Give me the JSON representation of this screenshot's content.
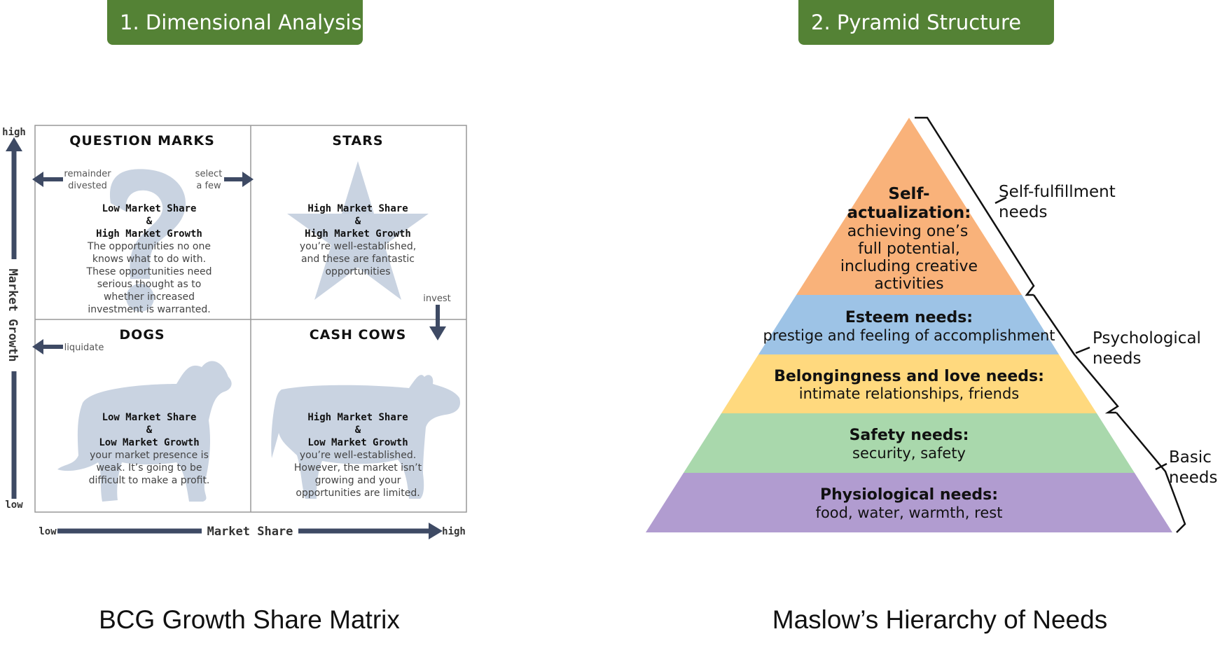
{
  "tags": {
    "left": "1. Dimensional Analysis",
    "right": "2. Pyramid Structure"
  },
  "captions": {
    "left": "BCG Growth Share Matrix",
    "right": "Maslow’s Hierarchy of Needs"
  },
  "bcg": {
    "y_axis": {
      "label": "Market Growth",
      "high": "high",
      "low": "low"
    },
    "x_axis": {
      "label": "Market Share",
      "low": "low",
      "high": "high"
    },
    "quadrants": {
      "question_marks": {
        "title": "QUESTION MARKS",
        "share": "Low Market Share",
        "amp": "&",
        "growth": "High Market Growth",
        "desc": [
          "The opportunities no one",
          "knows what to do with.",
          "These opportunities need",
          "serious thought as to",
          "whether increased",
          "investment is warranted."
        ],
        "arrow_left": [
          "remainder",
          "divested"
        ],
        "arrow_right": [
          "select",
          "a few"
        ]
      },
      "stars": {
        "title": "STARS",
        "share": "High Market Share",
        "amp": "&",
        "growth": "High Market Growth",
        "desc": [
          "you’re well-established,",
          "and these are fantastic",
          "opportunities"
        ],
        "arrow_down": "invest"
      },
      "dogs": {
        "title": "DOGS",
        "share": "Low Market Share",
        "amp": "&",
        "growth": "Low Market Growth",
        "desc": [
          "your market presence is",
          "weak. It’s going to be",
          "difficult to make a profit."
        ],
        "arrow_left": "liquidate"
      },
      "cash_cows": {
        "title": "CASH COWS",
        "share": "High Market Share",
        "amp": "&",
        "growth": "Low Market Growth",
        "desc": [
          "you’re well-established.",
          "However, the market isn’t",
          "growing and your",
          "opportunities are limited."
        ]
      }
    }
  },
  "maslow": {
    "levels": [
      {
        "title": [
          "Self-",
          "actualization:"
        ],
        "desc": [
          "achieving one’s",
          "full potential,",
          "including creative",
          "activities"
        ],
        "color": "#F9B27A"
      },
      {
        "title": [
          "Esteem needs:"
        ],
        "desc": [
          "prestige and feeling of accomplishment"
        ],
        "color": "#9DC3E6"
      },
      {
        "title": [
          "Belongingness and love needs:"
        ],
        "desc": [
          "intimate relationships, friends"
        ],
        "color": "#FFD97E"
      },
      {
        "title": [
          "Safety needs:"
        ],
        "desc": [
          "security, safety"
        ],
        "color": "#A9D8AC"
      },
      {
        "title": [
          "Physiological needs:"
        ],
        "desc": [
          "food, water, warmth, rest"
        ],
        "color": "#B19CD0"
      }
    ],
    "groups": [
      {
        "label": [
          "Self-fulfillment",
          "needs"
        ]
      },
      {
        "label": [
          "Psychological",
          "needs"
        ]
      },
      {
        "label": [
          "Basic",
          "needs"
        ]
      }
    ]
  },
  "colors": {
    "tag_green": "#548235",
    "axis_navy": "#3E4A64",
    "silhouette": "#C9D3E1"
  }
}
